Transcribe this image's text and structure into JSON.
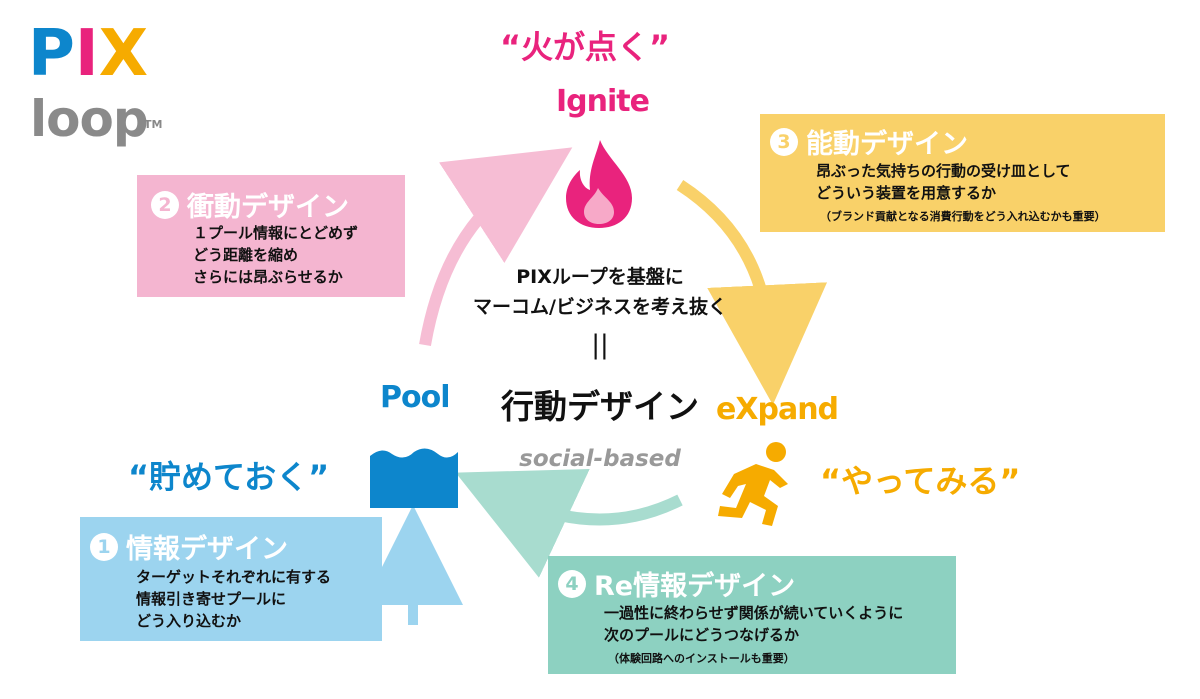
{
  "logo": {
    "top": "PIX",
    "bottom": "loop",
    "tm": "TM"
  },
  "stages": {
    "ignite": {
      "quote": "“火が点く”",
      "name": "Ignite"
    },
    "expand": {
      "quote": "“やってみる”",
      "name": "eXpand"
    },
    "pool": {
      "quote": "“貯めておく”",
      "name": "Pool"
    }
  },
  "center": {
    "line1": "PIXループを基盤に",
    "line2": "マーコム/ビジネスを考え抜く",
    "equals": "||",
    "main": "行動デザイン",
    "sub": "social-based"
  },
  "boxes": {
    "b1": {
      "num": "1",
      "title": "情報デザイン",
      "lines": [
        "ターゲットそれぞれに有する",
        "情報引き寄せプールに",
        "どう入り込むか"
      ]
    },
    "b2": {
      "num": "2",
      "title": "衝動デザイン",
      "lines": [
        "１プール情報にとどめず",
        "どう距離を縮め",
        "さらには昂ぶらせるか"
      ]
    },
    "b3": {
      "num": "3",
      "title": "能動デザイン",
      "lines": [
        "昂ぶった気持ちの行動の受け皿として",
        "どういう装置を用意するか"
      ],
      "note": "（ブランド貢献となる消費行動をどう入れ込むかも重要）"
    },
    "b4": {
      "num": "4",
      "title": "Re情報デザイン",
      "lines": [
        "一過性に終わらせず関係が続いていくように",
        "次のプールにどうつなげるか"
      ],
      "note": "（体験回路へのインストールも重要）"
    }
  },
  "colors": {
    "pink": "#e9237d",
    "yellow": "#f6ab00",
    "blue": "#0d86cc",
    "teal": "#8dd1c1",
    "arrow_pink": "#f6bdd4",
    "arrow_yellow": "#f9d169",
    "arrow_blue": "#9cd4ef"
  },
  "icons": [
    "flame-icon",
    "running-person-icon",
    "water-pool-icon"
  ]
}
